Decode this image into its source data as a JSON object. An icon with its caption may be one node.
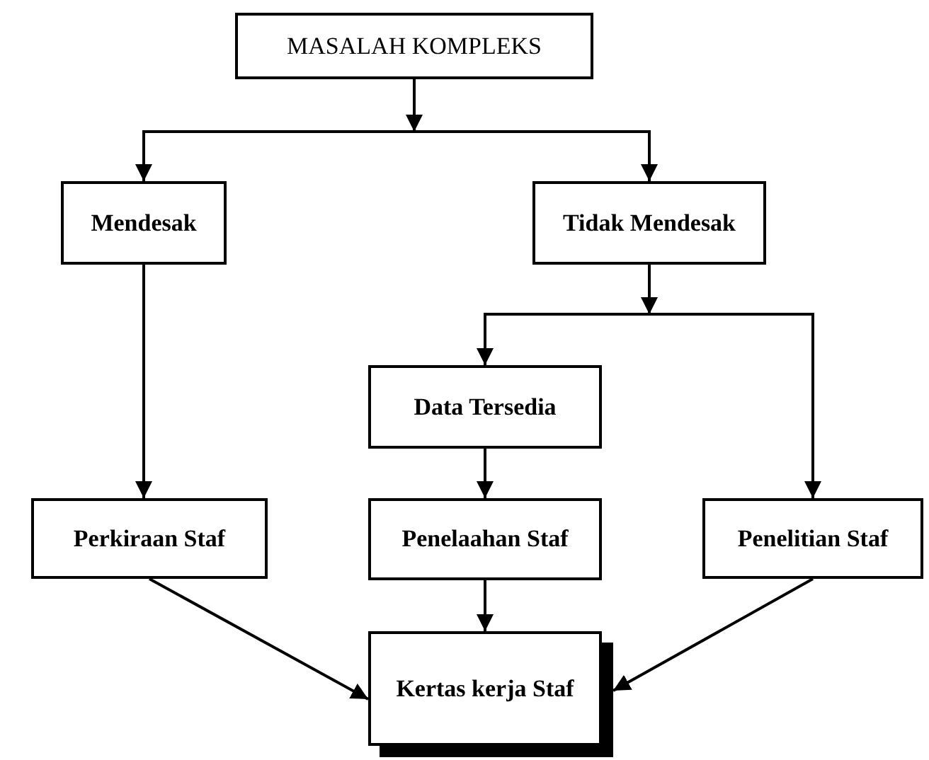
{
  "diagram": {
    "nodes": [
      {
        "text": [
          "MASALAH KOMPLEKS"
        ]
      },
      {
        "text": [
          "Mendesak"
        ]
      },
      {
        "text": [
          "Tidak Mendesak"
        ]
      },
      {
        "text": [
          "Data Tersedia"
        ]
      },
      {
        "text": [
          "Perkiraan Staf"
        ]
      },
      {
        "text": [
          "Penelaahan Staf"
        ]
      },
      {
        "text": [
          "Penelitian Staf"
        ]
      },
      {
        "text": [
          "Kertas kerja Staf"
        ]
      }
    ],
    "edges": [
      {
        "from": 0,
        "to": 1,
        "arrow": "to"
      },
      {
        "from": 0,
        "to": 2,
        "arrow": "to"
      },
      {
        "from": 1,
        "to": 4,
        "arrow": "to"
      },
      {
        "from": 2,
        "to": 3,
        "arrow": "to"
      },
      {
        "from": 2,
        "to": 6,
        "arrow": "to"
      },
      {
        "from": 3,
        "to": 5,
        "arrow": "to"
      },
      {
        "from": 5,
        "to": 7,
        "arrow": "to"
      },
      {
        "from": 4,
        "to": 7,
        "arrow": "to"
      },
      {
        "from": 6,
        "to": 7,
        "arrow": "to"
      }
    ]
  }
}
